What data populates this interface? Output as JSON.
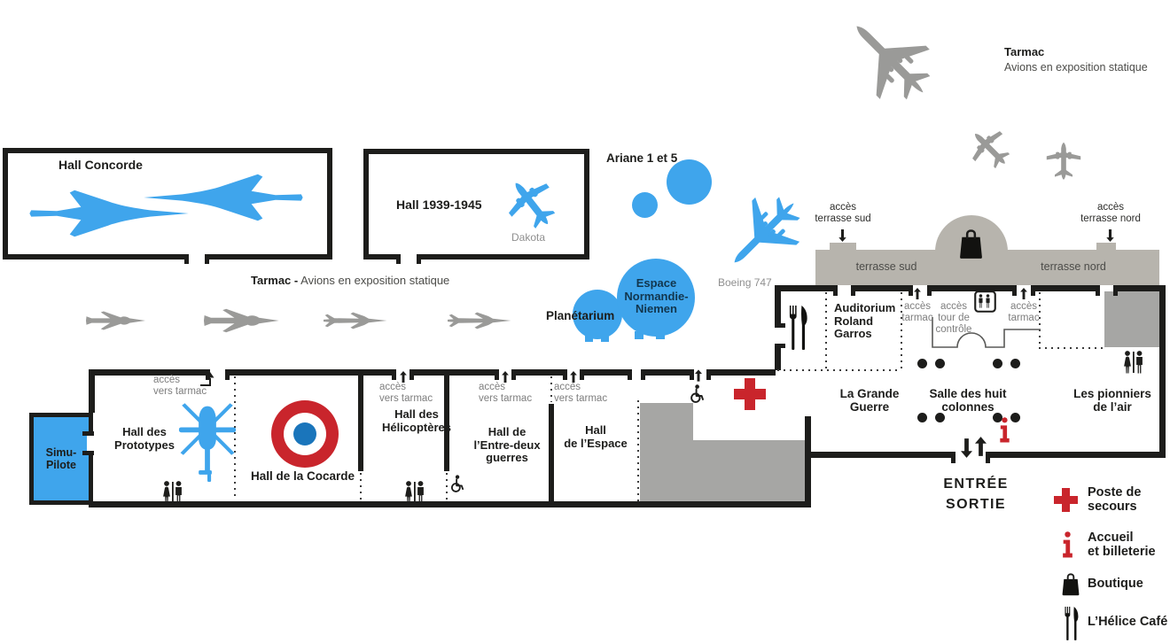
{
  "colors": {
    "blue": "#3fa5ec",
    "dark_navy": "#12364e",
    "red": "#c9252c",
    "wall_black": "#1d1d1b",
    "plane_gray": "#9a9a98",
    "fill_gray": "#a6a6a4",
    "terrace_gray": "#b7b4ad"
  },
  "outdoor": {
    "tarmac_display_title": "Tarmac",
    "tarmac_display_subtitle": "Avions en exposition statique",
    "tarmac_row_bold": "Tarmac -",
    "tarmac_row_text": " Avions en exposition statique",
    "hall_concorde": "Hall Concorde",
    "hall_1939": "Hall 1939-1945",
    "dakota": "Dakota",
    "ariane": "Ariane 1 et 5",
    "boeing": "Boeing 747",
    "planetarium": "Planétarium",
    "espace_l1": "Espace",
    "espace_l2": "Normandie-",
    "espace_l3": "Niemen"
  },
  "terrace": {
    "acces_sud_l1": "accès",
    "acces_sud_l2": "terrasse sud",
    "acces_nord_l1": "accès",
    "acces_nord_l2": "terrasse nord",
    "sud": "terrasse sud",
    "nord": "terrasse nord"
  },
  "building_right": {
    "auditorium_l1": "Auditorium",
    "auditorium_l2": "Roland",
    "auditorium_l3": "Garros",
    "acces_tarmac_l1": "accès",
    "acces_tarmac_l2": "tarmac",
    "acces_tour_l1": "accès",
    "acces_tour_l2": "tour de",
    "acces_tour_l3": "contrôle",
    "grande_guerre_l1": "La Grande",
    "grande_guerre_l2": "Guerre",
    "salle_l1": "Salle des huit",
    "salle_l2": "colonnes",
    "pionniers_l1": "Les pionniers",
    "pionniers_l2": "de l’air",
    "entree": "ENTRÉE",
    "sortie": "SORTIE"
  },
  "building_left": {
    "simu": "Simu-Pilote",
    "prototypes_l1": "Hall des",
    "prototypes_l2": "Prototypes",
    "cocarde": "Hall de la Cocarde",
    "helicopteres_l1": "Hall des",
    "helicopteres_l2": "Hélicoptères",
    "entre_deux_l1": "Hall de",
    "entre_deux_l2": "l’Entre-deux",
    "entre_deux_l3": "guerres",
    "espace_l1": "Hall",
    "espace_l2": "de l’Espace",
    "acces_vers_tarmac_l1": "accès",
    "acces_vers_tarmac_l2": "vers tarmac"
  },
  "legend": {
    "first_aid_l1": "Poste de",
    "first_aid_l2": "secours",
    "info_l1": "Accueil",
    "info_l2": "et billeterie",
    "boutique": "Boutique",
    "cafe": "L’Hélice Café"
  }
}
